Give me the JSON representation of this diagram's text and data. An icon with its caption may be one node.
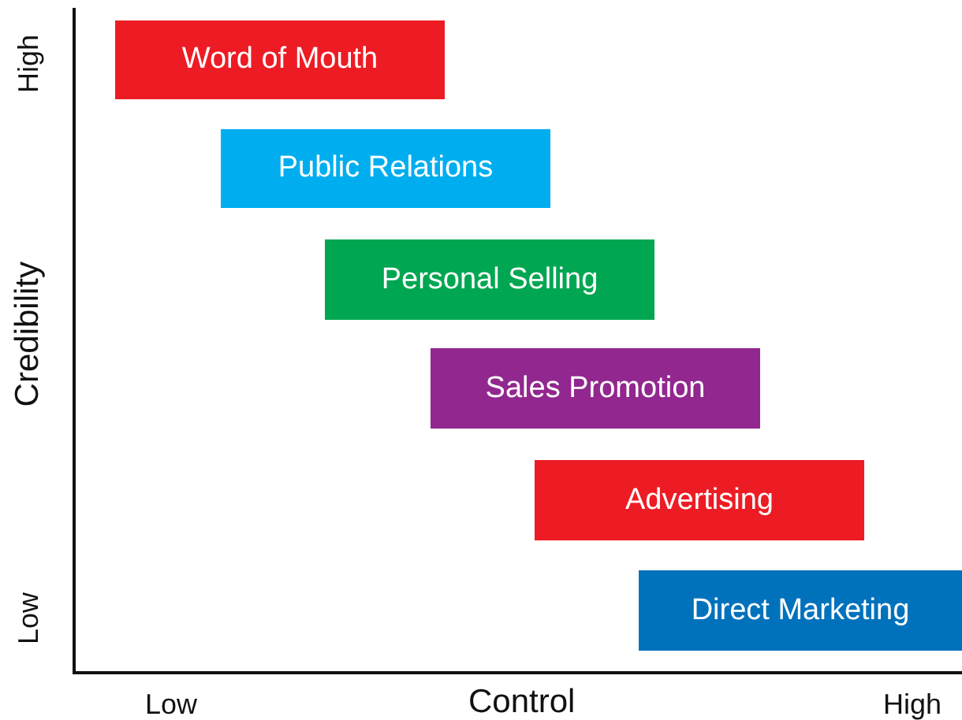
{
  "diagram": {
    "nodes": [
      {
        "text": [
          "Word of Mouth"
        ]
      },
      {
        "text": [
          "Public Relations"
        ]
      },
      {
        "text": [
          "Personal Selling"
        ]
      },
      {
        "text": [
          "Sales Promotion"
        ]
      },
      {
        "text": [
          "Advertising"
        ]
      },
      {
        "text": [
          "Direct Marketing"
        ]
      }
    ],
    "labels": [
      "High",
      "Credibility",
      "Low",
      "Low",
      "Control",
      "High"
    ]
  }
}
